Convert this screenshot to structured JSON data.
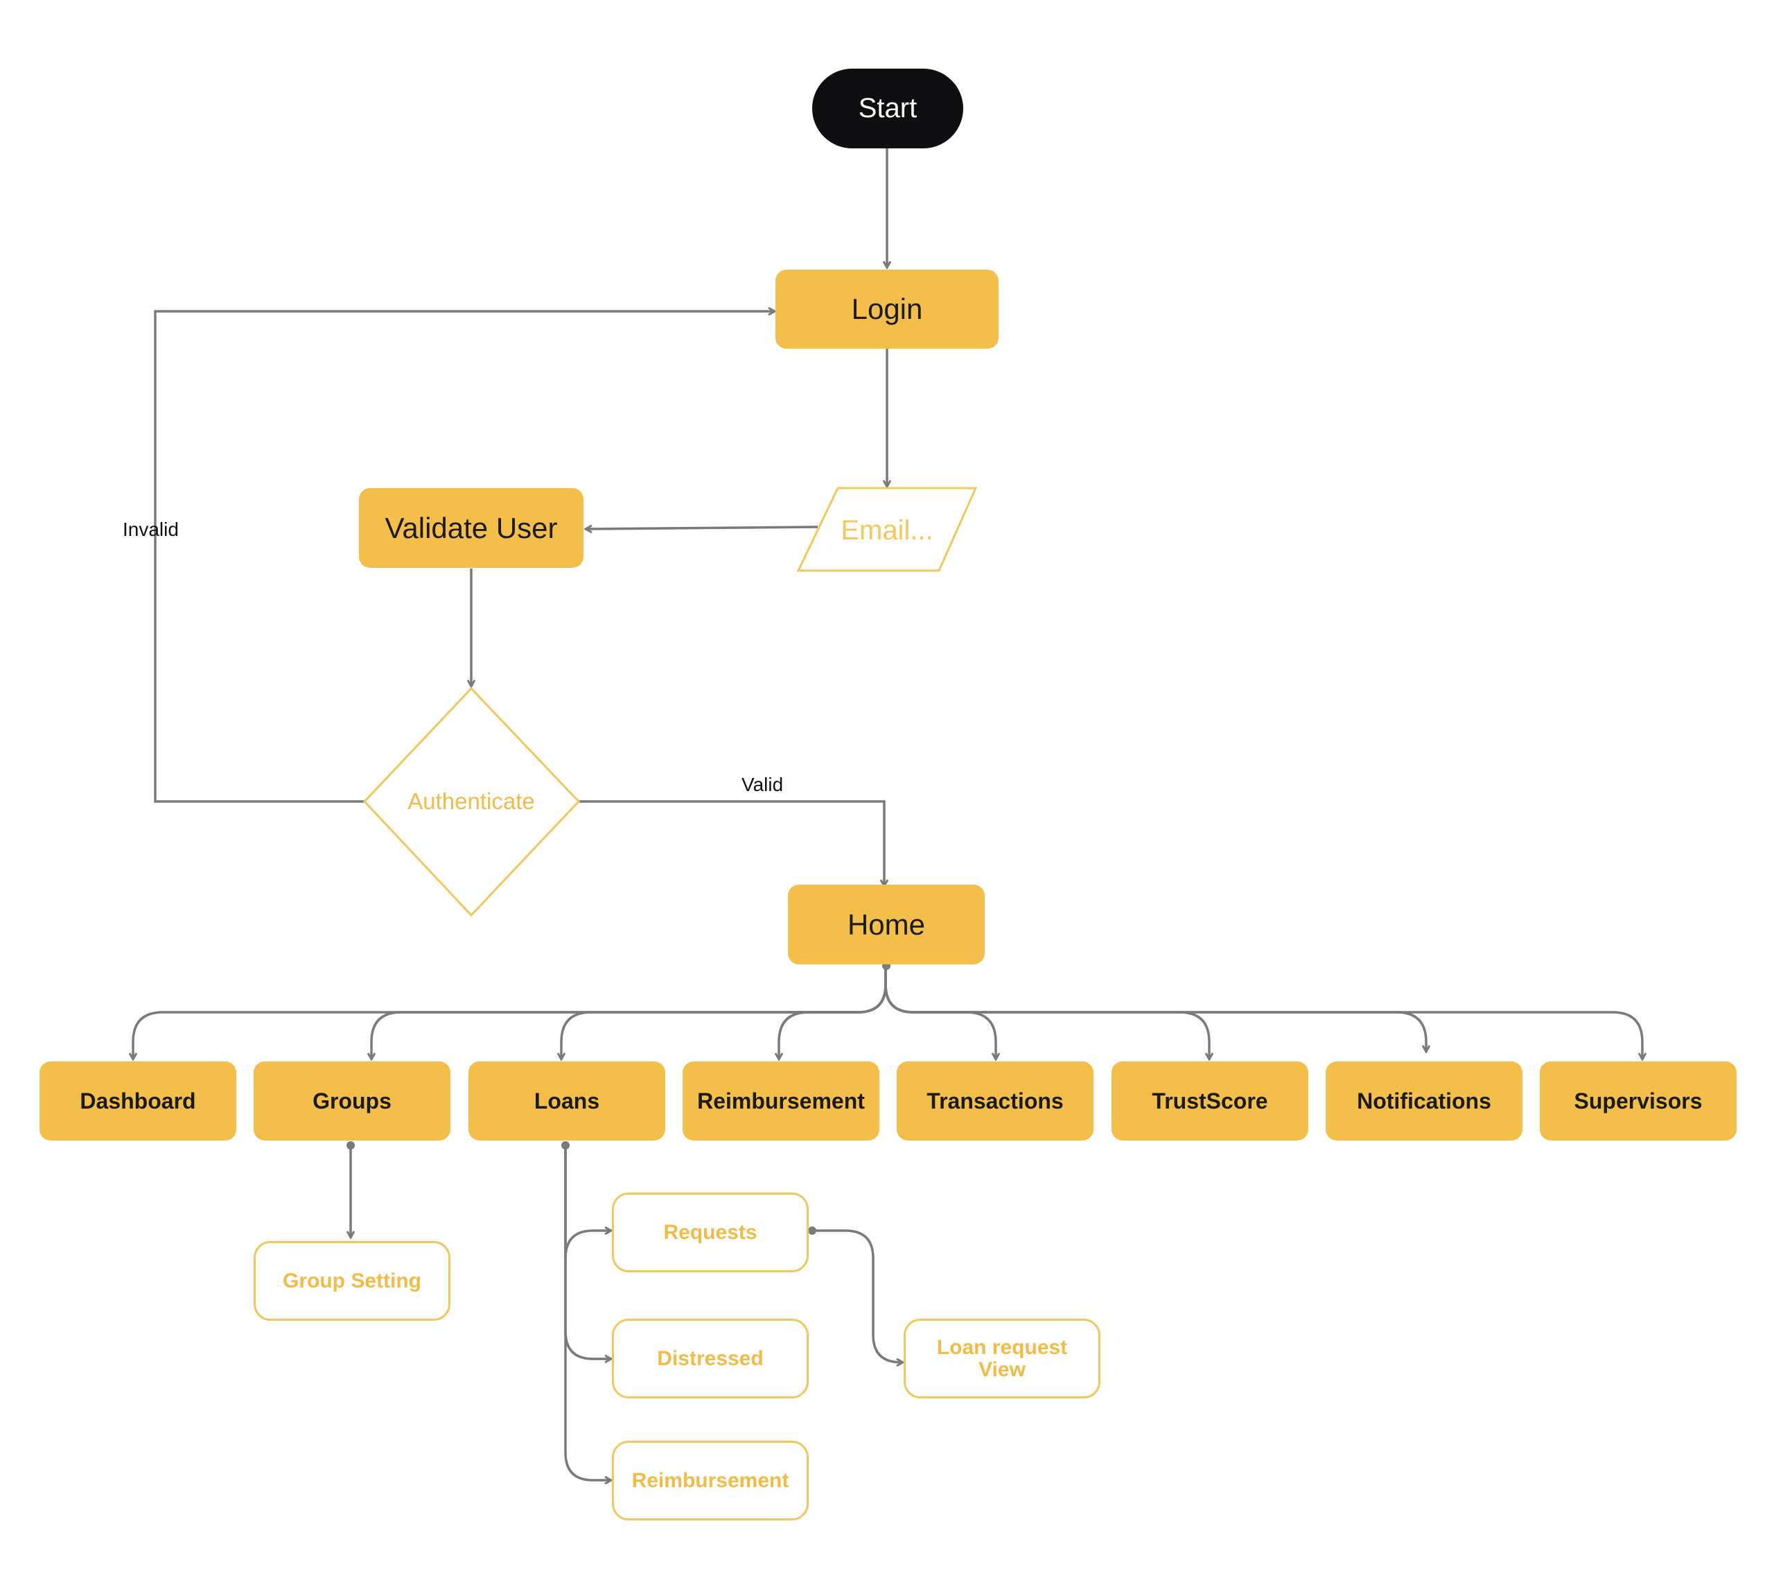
{
  "colors": {
    "accent": "#f3bf4a",
    "outline_text": "#f0bc45",
    "start_fill": "#0f0f12",
    "connector": "#7a7a7a"
  },
  "nodes": {
    "start": "Start",
    "login": "Login",
    "email": "Email...",
    "validate": "Validate User",
    "authenticate": "Authenticate",
    "home": "Home",
    "group_setting": "Group Setting",
    "requests": "Requests",
    "distressed": "Distressed",
    "loans_reimbursement": "Reimbursement",
    "loan_request_view": "Loan request\nView"
  },
  "menu": [
    "Dashboard",
    "Groups",
    "Loans",
    "Reimbursement",
    "Transactions",
    "TrustScore",
    "Notifications",
    "Supervisors"
  ],
  "edge_labels": {
    "invalid": "Invalid",
    "valid": "Valid"
  }
}
